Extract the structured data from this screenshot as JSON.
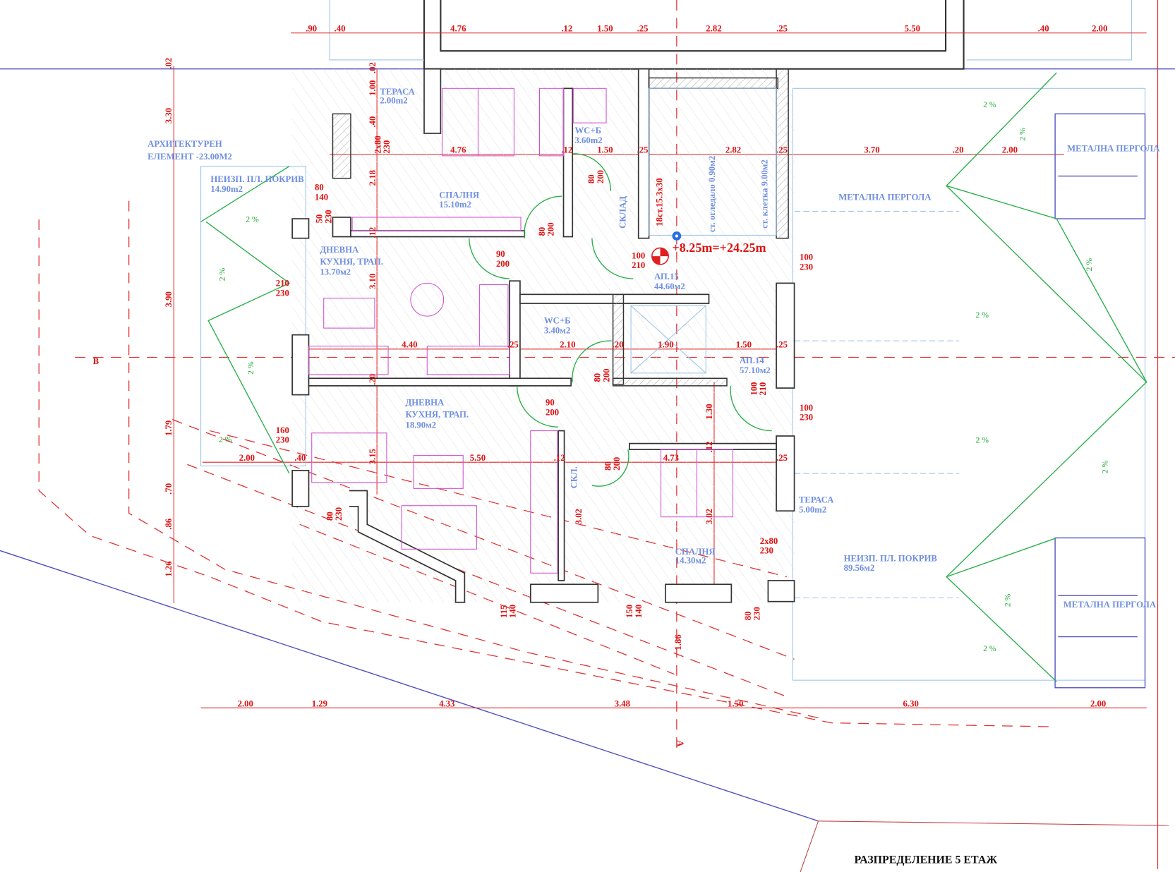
{
  "title": "РАЗПРЕДЕЛЕНИЕ 5 ЕТАЖ",
  "elevation": "+8.25m=+24.25m",
  "section_markers": {
    "b": "B",
    "a": "A"
  },
  "slope": "2 %",
  "rooms": [
    {
      "lines": [
        "ТЕРАСА",
        "2.00m2"
      ]
    },
    {
      "lines": [
        "АРХИТЕКТУРЕН",
        "ЕЛЕМЕНТ -23.00М2"
      ]
    },
    {
      "lines": [
        "НЕИЗП. ПЛ. ПОКРИВ",
        "14.90m2"
      ]
    },
    {
      "lines": [
        "СПАЛНЯ",
        "15.10m2"
      ]
    },
    {
      "lines": [
        "WC+Б",
        "3.60m2"
      ]
    },
    {
      "lines": [
        "ДНЕВНА",
        "КУХНЯ, ТРАП.",
        "13.70м2"
      ]
    },
    {
      "lines": [
        "АП.15",
        "44.60м2"
      ]
    },
    {
      "lines": [
        "WC+Б",
        "3.40м2"
      ]
    },
    {
      "lines": [
        "АП.14",
        "57.10м2"
      ]
    },
    {
      "lines": [
        "ДНЕВНА",
        "КУХНЯ, ТРАП.",
        "18.90м2"
      ]
    },
    {
      "lines": [
        "СПАЛНЯ",
        "14.30м2"
      ]
    },
    {
      "lines": [
        "ТЕРАСА",
        "5.00m2"
      ]
    },
    {
      "lines": [
        "НЕИЗП. ПЛ. ПОКРИВ",
        "89.56м2"
      ]
    }
  ],
  "pergolas": [
    "МЕТАЛНА ПЕРГОЛА",
    "МЕТАЛНА ПЕРГОЛА",
    "МЕТАЛНА ПЕРГОЛА"
  ],
  "vertical_labels": {
    "storage": "СКЛАД",
    "storage_small": "СКЛ.",
    "shaft": "ст. огледало 0.90м2",
    "stairwell": "ст. клетка 9.00м2",
    "stairs": "18ст.15.3х30"
  },
  "dimensions": {
    "top": [
      ".90",
      ".40",
      "4.76",
      ".12",
      "1.50",
      ".25",
      "2.82",
      ".25",
      "5.50",
      ".40",
      "2.00"
    ],
    "bottom": [
      "2.00",
      "1.29",
      "4.33",
      "3.48",
      "1.50",
      "6.30",
      "2.00"
    ],
    "left": [
      ".02",
      "3.30",
      "3.90",
      "1.79",
      ".70",
      ".86",
      "1.26"
    ],
    "row1": [
      "4.76",
      ".12",
      "1.50",
      ".25",
      "2.82",
      ".25",
      "3.70",
      ".20",
      "2.00"
    ],
    "row2": [
      "4.40",
      ".25",
      "2.10",
      ".20",
      "1.90",
      "1.50",
      ".25"
    ],
    "row3": [
      "2.00",
      ".40",
      "5.50",
      ".12",
      "4.73",
      ".25"
    ],
    "vertical": [
      "1.00",
      ".40",
      "2.18",
      ".12",
      "3.10",
      ".20",
      "3.15",
      ".12",
      "1.30",
      "3.02",
      "3.02",
      "1.86",
      ".02"
    ]
  },
  "openings": [
    [
      "90",
      "200"
    ],
    [
      "80",
      "200"
    ],
    [
      "100",
      "210"
    ],
    [
      "100",
      "230"
    ],
    [
      "210",
      "230"
    ],
    [
      "80",
      "200"
    ],
    [
      "80",
      "200"
    ],
    [
      "90",
      "200"
    ],
    [
      "100",
      "210"
    ],
    [
      "100",
      "230"
    ],
    [
      "160",
      "230"
    ],
    [
      "80",
      "200"
    ],
    [
      "80",
      "230"
    ],
    [
      "2x80",
      "230"
    ],
    [
      "115",
      "140"
    ],
    [
      "150",
      "140"
    ],
    [
      "80",
      "230"
    ],
    [
      "2x80",
      "230"
    ],
    [
      "80",
      "140"
    ],
    [
      "50",
      "230"
    ]
  ]
}
